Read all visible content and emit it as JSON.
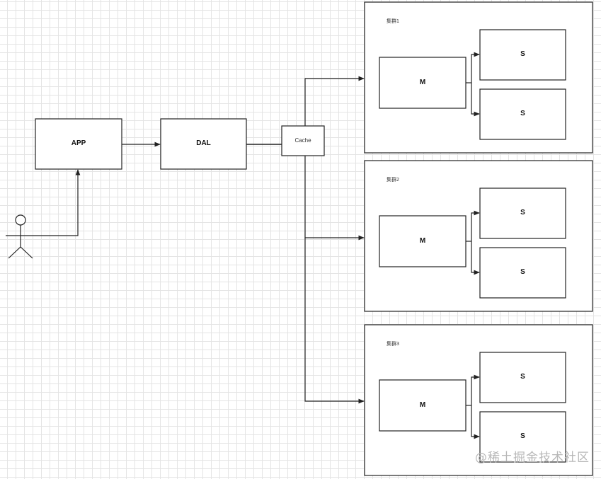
{
  "nodes": {
    "app": "APP",
    "dal": "DAL",
    "cache": "Cache"
  },
  "clusters": [
    {
      "label": "集群1",
      "master": "M",
      "slaves": [
        "S",
        "S"
      ]
    },
    {
      "label": "集群2",
      "master": "M",
      "slaves": [
        "S",
        "S"
      ]
    },
    {
      "label": "集群3",
      "master": "M",
      "slaves": [
        "S",
        "S"
      ]
    }
  ],
  "watermark": "@稀土掘金技术社区"
}
